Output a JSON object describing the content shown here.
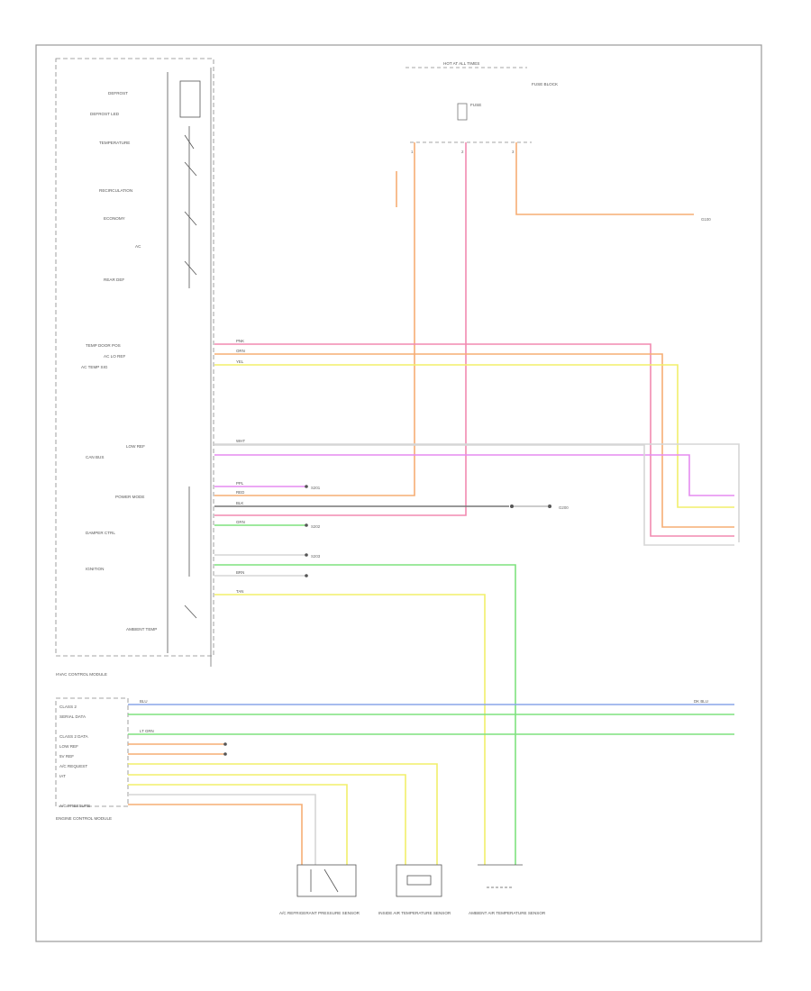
{
  "title": "",
  "footer_code": "",
  "colors": {
    "pink": "#f28ab0",
    "orange": "#f6ad74",
    "yellow": "#f2ef6a",
    "green": "#7fe27f",
    "blue": "#8aa6e8",
    "magenta": "#e58cf0",
    "gray": "#d6d6d6",
    "dark": "#666666",
    "frame": "#9a9a9a"
  },
  "top": {
    "hot_at_all_times": "HOT AT ALL TIMES",
    "fuse_block": "FUSE BLOCK",
    "fuse_label": "FUSE",
    "pins": [
      "1",
      "2",
      "3"
    ]
  },
  "hvac_module": {
    "name": "HVAC CONTROL MODULE",
    "inputs": [
      "DEFROST",
      "DEFROST LED",
      "TEMPERATURE",
      "RECIRCULATION",
      "ECONOMY",
      "AC",
      "REAR DEF"
    ],
    "signals": [
      "TEMP DOOR POS",
      "AC LO REF",
      "AC TEMP SIG",
      "LOW REF",
      "CAN BUS",
      "POWER MODE",
      "DAMPER CTRL",
      "IGNITION",
      "AMBIENT TEMP"
    ]
  },
  "ecm": {
    "name": "ENGINE CONTROL MODULE",
    "signals": [
      "CLASS 2",
      "SERIAL DATA",
      "CLASS 2 DATA",
      "LOW REF",
      "5V REF",
      "A/C REQUEST",
      "IAT",
      "A/C PRESSURE"
    ]
  },
  "wires": [
    "PNK",
    "ORN",
    "YEL",
    "GRN",
    "BLU",
    "WHT",
    "BLK",
    "BRN",
    "TAN",
    "RED",
    "LT GRN",
    "DK BLU",
    "PPL"
  ],
  "components": [
    {
      "name": "A/C REFRIGERANT PRESSURE SENSOR"
    },
    {
      "name": "INSIDE AIR TEMPERATURE SENSOR"
    },
    {
      "name": "AMBIENT AIR TEMPERATURE SENSOR"
    }
  ],
  "splices": [
    "S201",
    "S202",
    "S203"
  ],
  "grounds": [
    "G100",
    "G200"
  ]
}
